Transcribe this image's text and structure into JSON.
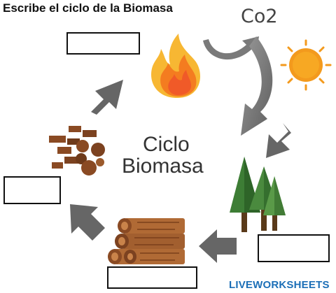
{
  "worksheet": {
    "title": "Escribe el ciclo de la Biomasa",
    "co2_label": "Co2",
    "center_title": {
      "line1": "Ciclo",
      "line2": "Biomasa"
    }
  },
  "answer_boxes": [
    {
      "value": ""
    },
    {
      "value": ""
    },
    {
      "value": ""
    },
    {
      "value": ""
    }
  ],
  "icons": [
    "fire-icon",
    "sun-icon",
    "trees-icon",
    "logs-icon",
    "biomass-pellets-icon",
    "arrow-icon"
  ],
  "colors": {
    "arrow_gray": "#6b6b6b",
    "fire_orange": "#f47c20",
    "fire_yellow": "#f7b733",
    "sun_orange": "#f39a1d",
    "tree_green": "#3d7d35",
    "wood_brown": "#8a4a23",
    "watermark_blue": "#1c6fb7"
  },
  "watermark": "LIVEWORKSHEETS"
}
